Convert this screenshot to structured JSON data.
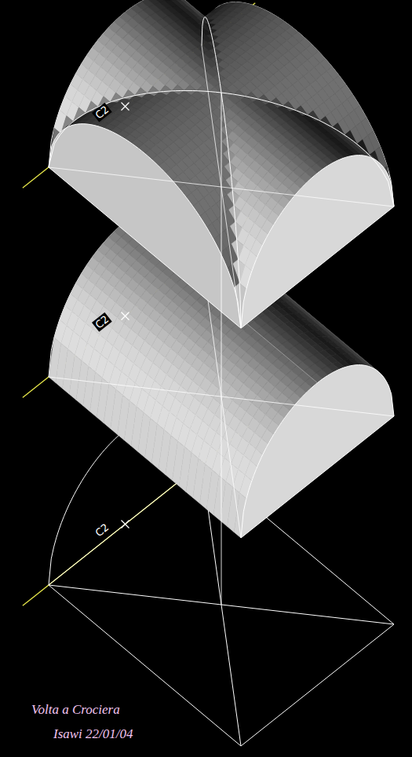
{
  "diagram": {
    "caption": "Volta a Crociera",
    "labels": [
      "C2",
      "C2",
      "C2",
      "Isawi 22/01/04"
    ]
  }
}
